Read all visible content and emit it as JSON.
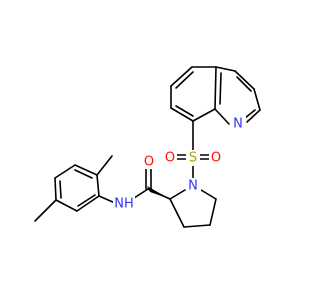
{
  "molecule": {
    "atoms": {
      "quinoline_n": {
        "text": "N",
        "color": "#3333ff"
      },
      "sulfur": {
        "text": "S",
        "color": "#b2a100"
      },
      "sulfonyl_o_left": {
        "text": "O",
        "color": "#ff0d0d"
      },
      "sulfonyl_o_right": {
        "text": "O",
        "color": "#ff0d0d"
      },
      "pyrrolidine_n": {
        "text": "N",
        "color": "#3333ff"
      },
      "amide_o": {
        "text": "O",
        "color": "#ff0d0d"
      },
      "amide_nh": {
        "text": "NH",
        "color": "#3333ff"
      }
    },
    "bond_color": "#000000"
  }
}
